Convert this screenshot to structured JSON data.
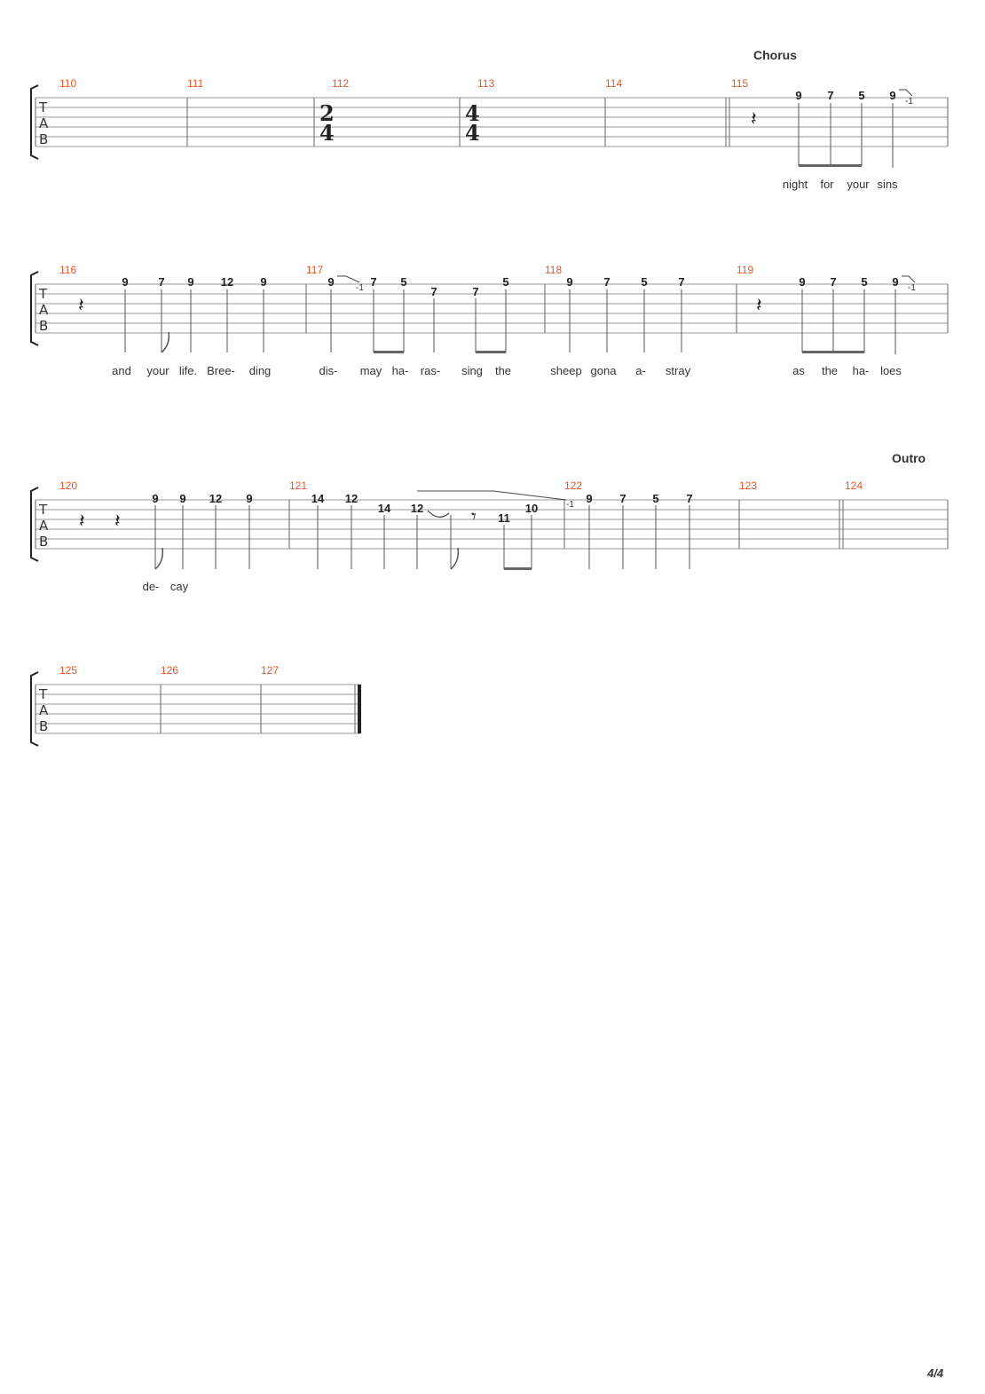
{
  "page_label": "4/4",
  "systems": [
    {
      "measures": [
        "110",
        "111",
        "112",
        "113",
        "114",
        "115"
      ],
      "section": "Chorus",
      "time_signatures": [
        {
          "measure": "112",
          "top": "2",
          "bottom": "4"
        },
        {
          "measure": "113",
          "top": "4",
          "bottom": "4"
        }
      ],
      "notes": [
        "9",
        "7",
        "5",
        "9"
      ],
      "bends": [
        "-1"
      ],
      "lyrics": [
        "night",
        "for",
        "your",
        "sins"
      ]
    },
    {
      "measures": [
        "116",
        "117",
        "118",
        "119"
      ],
      "notes": [
        "9",
        "7",
        "9",
        "12",
        "9",
        "9",
        "7",
        "5",
        "7",
        "7",
        "5",
        "9",
        "7",
        "5",
        "7",
        "9",
        "7",
        "5",
        "9"
      ],
      "bends": [
        "-1",
        "-1"
      ],
      "lyrics": [
        "and",
        "your",
        "life.",
        "Bree-",
        "ding",
        "dis-",
        "may",
        "ha-",
        "ras-",
        "sing",
        "the",
        "sheep",
        "gona",
        "a-",
        "stray",
        "as",
        "the",
        "ha-",
        "loes"
      ]
    },
    {
      "measures": [
        "120",
        "121",
        "122",
        "123",
        "124"
      ],
      "section": "Outro",
      "notes": [
        "9",
        "9",
        "12",
        "9",
        "14",
        "12",
        "14",
        "12",
        "11",
        "10",
        "9",
        "7",
        "5",
        "7"
      ],
      "bends": [
        "-1"
      ],
      "lyrics": [
        "de-",
        "cay"
      ]
    },
    {
      "measures": [
        "125",
        "126",
        "127"
      ]
    }
  ]
}
